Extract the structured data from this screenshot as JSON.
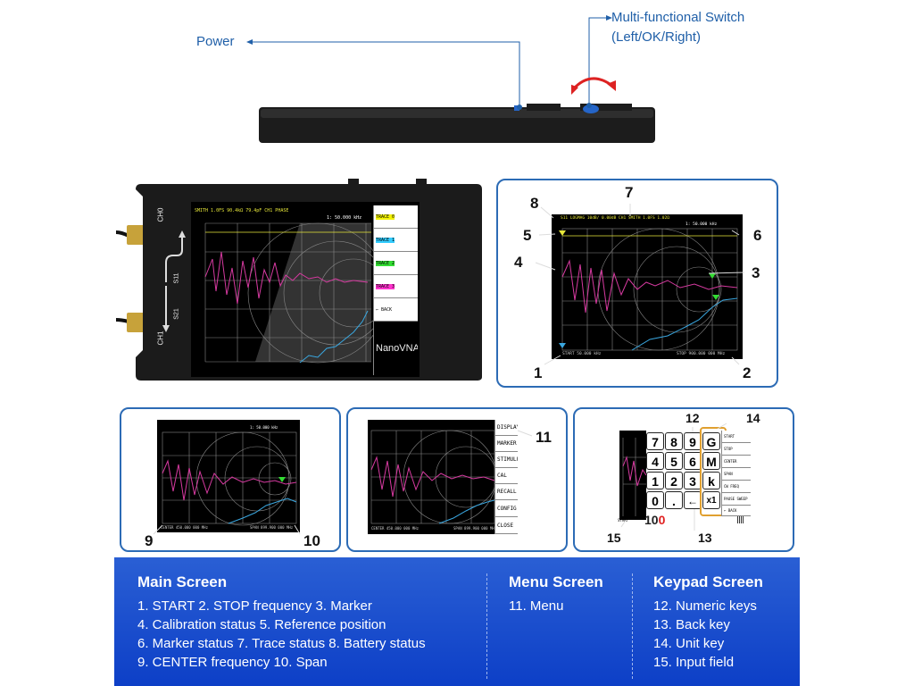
{
  "callouts": {
    "power": "Power",
    "switch_line1": "Multi-functional Switch",
    "switch_line2": "(Left/OK/Right)"
  },
  "device": {
    "brand": "NanoVNA",
    "port_ch0": "CH0",
    "port_ch1": "CH1",
    "s11": "S11",
    "s21": "S21",
    "screen_header": "SMITH 1.0FS  90.4kΩ 79.4pF  CH1 PHASE",
    "marker_readout": "1: 50.000 kHz",
    "menu": [
      "TRACE 0",
      "TRACE 1",
      "TRACE 2",
      "TRACE 3",
      "← BACK"
    ],
    "menu_colors": [
      "#f2f200",
      "#33ccff",
      "#33dd33",
      "#ff33cc",
      "#ffffff"
    ]
  },
  "main_panel": {
    "labels": [
      "1",
      "2",
      "3",
      "4",
      "5",
      "6",
      "7",
      "8"
    ],
    "start_text": "START 50.000 kHz",
    "stop_text": "STOP 900.000 000 MHz",
    "header_text": "S11 LOGMAG 10dB/ 0.00dB  CH1 SMITH 1.0FS 1.02Ω",
    "marker_text": "1: 50.000 kHz"
  },
  "panel_center": {
    "labels": [
      "9",
      "10"
    ],
    "center_text": "CENTER 450.000 000 MHz",
    "span_text": "SPAN 899.900 000 MHz",
    "marker_text": "1: 50.000 kHz"
  },
  "panel_menu": {
    "label": "11",
    "items": [
      "DISPLAY",
      "MARKER",
      "STIMULUS",
      "CAL",
      "RECALL",
      "CONFIG",
      "CLOSE"
    ],
    "bottom_left": "CENTER 450.000 000 MHz",
    "bottom_right": "SPAN 899.900 000 MHz"
  },
  "panel_keypad": {
    "labels": [
      "12",
      "13",
      "14",
      "15"
    ],
    "keys": [
      "7",
      "8",
      "9",
      "G",
      "4",
      "5",
      "6",
      "M",
      "1",
      "2",
      "3",
      "k",
      "0",
      ".",
      "←",
      "x1"
    ],
    "side_items": [
      "START",
      "STOP",
      "CENTER",
      "SPAN",
      "CW FREQ",
      "PAUSE SWEEP",
      "← BACK"
    ],
    "start_label": "START",
    "input_digits": "10",
    "input_last": "0"
  },
  "legend": {
    "main_title": "Main Screen",
    "main_lines": [
      "1. START   2. STOP frequency  3. Marker",
      "4. Calibration status  5. Reference position",
      "6. Marker status  7. Trace status  8. Battery status",
      "9. CENTER frequency  10. Span"
    ],
    "menu_title": "Menu Screen",
    "menu_lines": [
      "11. Menu"
    ],
    "keypad_title": "Keypad Screen",
    "keypad_lines": [
      "12. Numeric keys",
      "13. Back key",
      "14. Unit key",
      "15. Input field"
    ]
  },
  "colors": {
    "accent": "#1f5fa8",
    "panel_border": "#2c6bb5",
    "legend_bg": "#1a4fd0",
    "trace_magenta": "#d63aa0",
    "trace_cyan": "#3aa7e0",
    "trace_yellow": "#e8e83a",
    "marker_green": "#33dd33"
  }
}
